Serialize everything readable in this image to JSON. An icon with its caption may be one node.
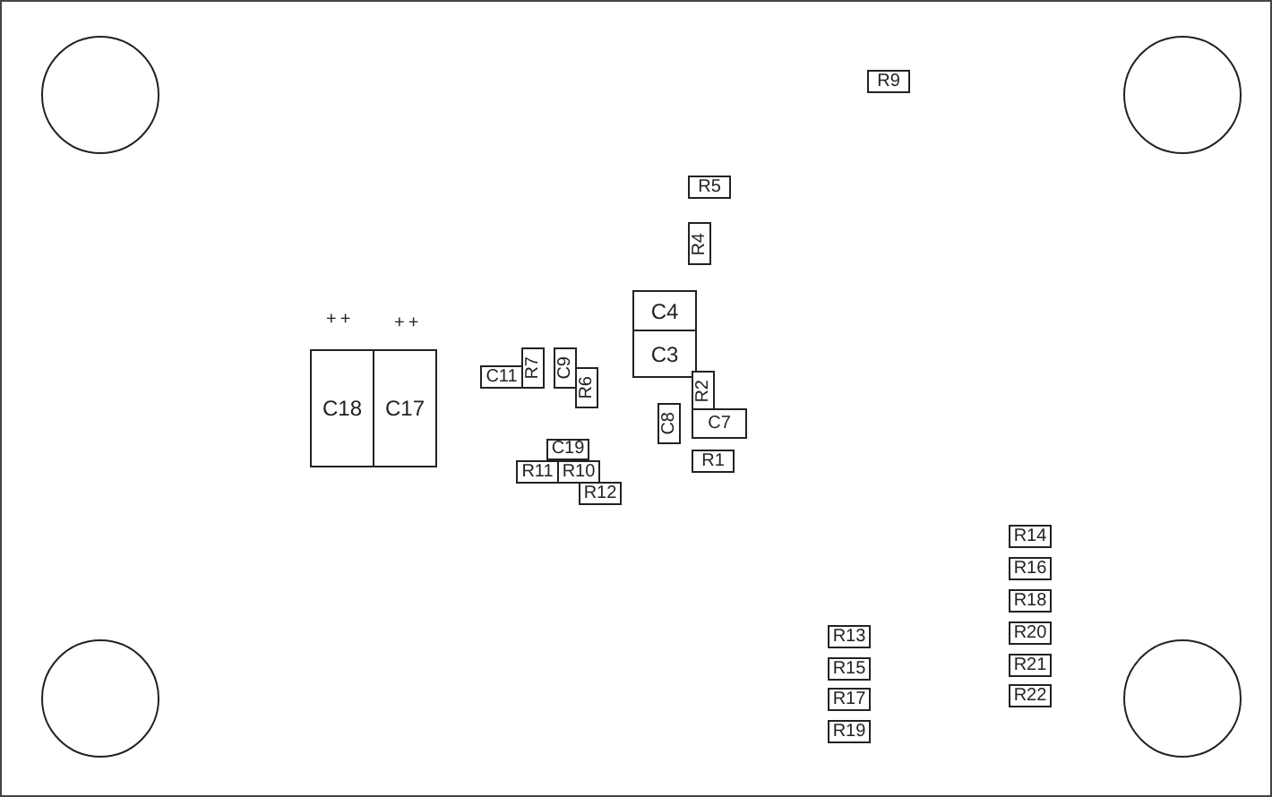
{
  "diagram": {
    "nodes": [
      {
        "text": [],
        "shape": "circle"
      },
      {
        "text": [],
        "shape": "circle"
      },
      {
        "text": [
          "R9"
        ]
      },
      {
        "text": [
          "R5"
        ]
      },
      {
        "text": [
          "R4"
        ]
      },
      {
        "text": [
          "C4"
        ]
      },
      {
        "text": [
          "C3"
        ]
      },
      {
        "text": [
          "R7"
        ]
      },
      {
        "text": [
          "C9"
        ]
      },
      {
        "text": [
          "C18"
        ]
      },
      {
        "text": [
          "C17"
        ]
      },
      {
        "text": [
          "C11"
        ]
      },
      {
        "text": [
          "R6"
        ]
      },
      {
        "text": [
          "R2"
        ]
      },
      {
        "text": [
          "C8"
        ]
      },
      {
        "text": [
          "C7"
        ]
      },
      {
        "text": [
          "C19"
        ]
      },
      {
        "text": [
          "R1"
        ]
      },
      {
        "text": [
          "R11"
        ]
      },
      {
        "text": [
          "R10"
        ]
      },
      {
        "text": [
          "R12"
        ]
      },
      {
        "text": [
          "R14"
        ]
      },
      {
        "text": [
          "R16"
        ]
      },
      {
        "text": [
          "R18"
        ]
      },
      {
        "text": [
          "R20"
        ]
      },
      {
        "text": [
          "R13"
        ]
      },
      {
        "text": [
          "R21"
        ]
      },
      {
        "text": [
          "R15"
        ]
      },
      {
        "text": [
          "R22"
        ]
      },
      {
        "text": [
          "R17"
        ]
      },
      {
        "text": [
          "R19"
        ]
      },
      {
        "text": [],
        "shape": "circle"
      },
      {
        "text": [],
        "shape": "circle"
      }
    ],
    "labels": [
      "++",
      "++"
    ]
  }
}
